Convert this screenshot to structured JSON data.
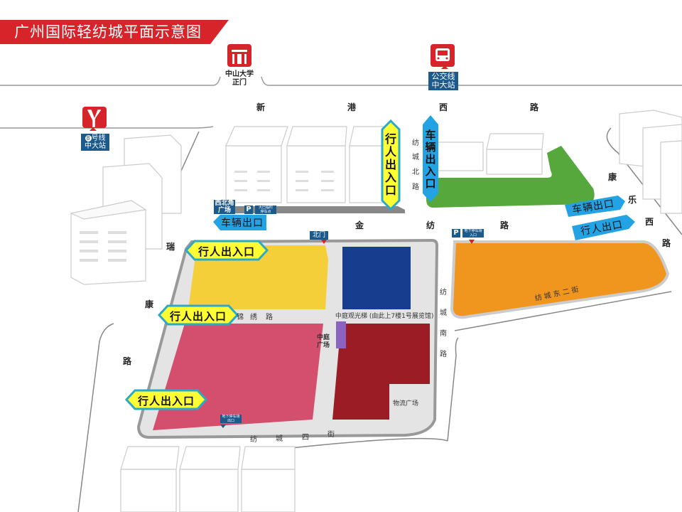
{
  "title": "广州国际轻纺城平面示意图",
  "transit": {
    "metro": {
      "line_icon": "8",
      "line": "号线",
      "station": "中大站",
      "icon": "metro-icon"
    },
    "university_gate": {
      "line1": "中山大学",
      "line2": "正门",
      "icon": "gate-icon"
    },
    "bus": {
      "line1": "公交线",
      "line2": "中大站",
      "icon": "bus-icon"
    }
  },
  "roads": {
    "xingang_west": [
      "新",
      "港",
      "西",
      "路"
    ],
    "fangcheng_north": [
      "纺",
      "城",
      "北",
      "路"
    ],
    "jinfang": [
      "金",
      "纺",
      "路"
    ],
    "ruikang": [
      "瑞",
      "康",
      "路"
    ],
    "kangle_west": [
      "康",
      "乐",
      "西",
      "路"
    ],
    "jinxiu": [
      "锦",
      "绣",
      "路"
    ],
    "fangcheng_south": [
      "纺",
      "城",
      "南",
      "路"
    ],
    "fangcheng_east2": "纺 城 东 二 街",
    "fangcheng_4th": [
      "纺",
      "城",
      "四",
      "街"
    ]
  },
  "signs": {
    "northwest_plaza": {
      "line1": "西北角",
      "line2": "广场"
    },
    "parking_p": "P",
    "temp_parking": {
      "line1": "大巴临时",
      "line2": "停车点"
    },
    "north_gate": "北门",
    "ug_parking_entrance": {
      "line1": "地下停车场",
      "line2": "入口"
    },
    "ug_parking_exit": {
      "line1": "地下停车场",
      "line2": "出口"
    },
    "atrium_elevator": "中庭观光梯 (由此上7楼1号展览馆)",
    "atrium_plaza": {
      "line1": "中庭",
      "line2": "广场"
    },
    "logistics_plaza": "物流广场"
  },
  "entrances": {
    "vehicle_exit_west": "车辆出口",
    "ped_north": [
      "行",
      "人",
      "出",
      "入",
      "口"
    ],
    "vehicle_north": [
      "车",
      "辆",
      "出",
      "入",
      "口"
    ],
    "vehicle_exit_east": "车辆出口",
    "ped_exit_east": "行人出口",
    "ped_west_1": "行人出入口",
    "ped_west_2": "行人出入口",
    "ped_west_3": "行人出入口"
  },
  "colors": {
    "title_red": "#d6242a",
    "zone_yellow": "#f4cf3a",
    "zone_navy": "#173d8f",
    "zone_pink": "#d44f6e",
    "zone_darkred": "#9b1c24",
    "zone_orange": "#f0951e",
    "zone_green": "#56a83c",
    "zone_purple": "#8b63c0",
    "sign_blue": "#1c5a8c",
    "arrow_blue": "#23a3e3",
    "ped_yellow": "#ffff33",
    "ped_border": "#2aa9c9"
  }
}
